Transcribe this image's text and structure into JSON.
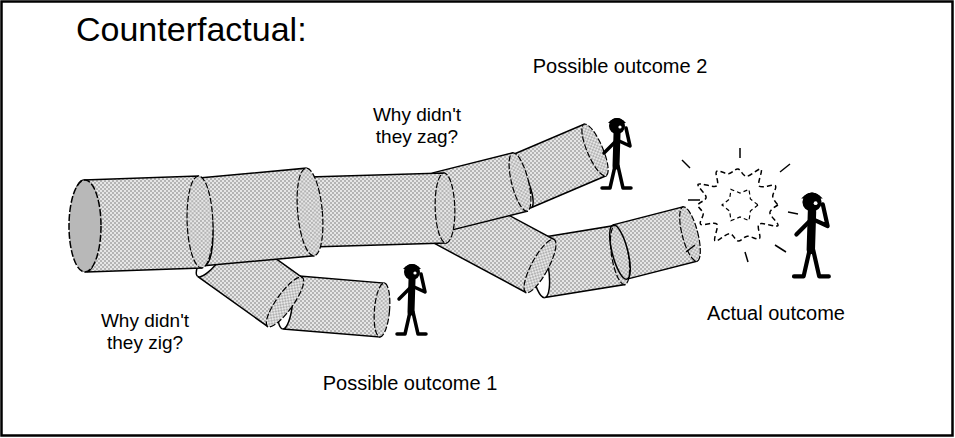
{
  "diagram": {
    "title": "Counterfactual:",
    "labels": [
      "Possible outcome 2",
      "Why didn't they zag?",
      "Why didn't they zig?",
      "Possible outcome 1",
      "Actual outcome"
    ]
  }
}
